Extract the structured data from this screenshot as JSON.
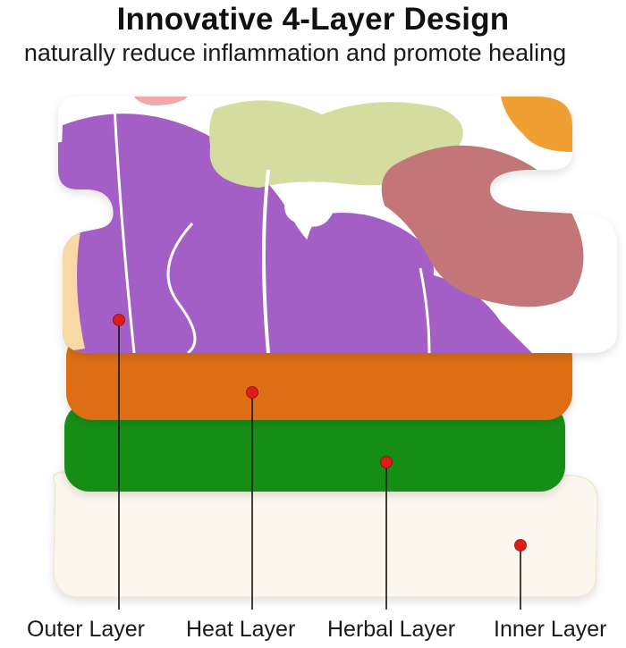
{
  "header": {
    "title": "Innovative 4-Layer Design",
    "subtitle": "naturally reduce inflammation and promote healing"
  },
  "layers": [
    {
      "label": "Outer Layer",
      "color": "#a45fc6"
    },
    {
      "label": "Heat Layer",
      "color": "#dd6e17"
    },
    {
      "label": "Herbal Layer",
      "color": "#178e12"
    },
    {
      "label": "Inner Layer",
      "color": "#fbf7ee"
    }
  ],
  "colors": {
    "marker": "#e01b1b",
    "patch_green": "#d4dca0",
    "patch_pink": "#c27677",
    "patch_orange": "#f0a033",
    "patch_cream": "#f6d9a4"
  }
}
